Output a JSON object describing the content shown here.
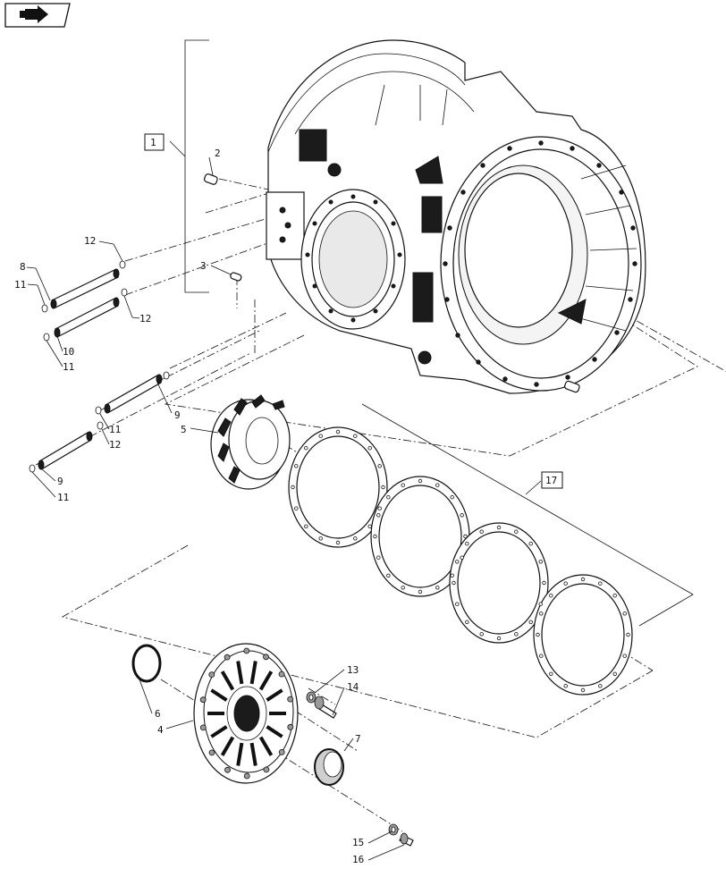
{
  "diagram": {
    "nav_icon": "forward-arrow-icon",
    "callouts": {
      "c1": "1",
      "c2": "2",
      "c3": "3",
      "c4": "4",
      "c5": "5",
      "c6": "6",
      "c7": "7",
      "c8": "8",
      "c9a": "9",
      "c9b": "9",
      "c10": "10",
      "c11a": "11",
      "c11b": "11",
      "c11c": "11",
      "c11d": "11",
      "c12a": "12",
      "c12b": "12",
      "c12c": "12",
      "c13": "13",
      "c14": "14",
      "c15": "15",
      "c16": "16",
      "c17": "17"
    }
  }
}
